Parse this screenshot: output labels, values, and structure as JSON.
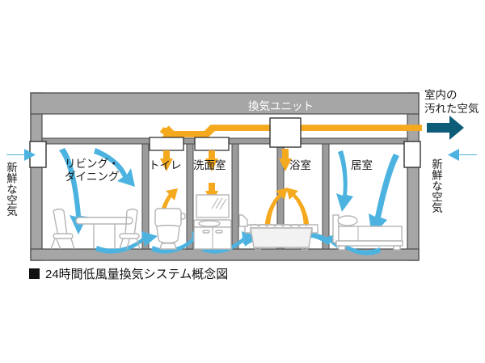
{
  "diagram": {
    "title_caption": "24時間低風量換気システム概念図",
    "caption_marker": "■",
    "ventilation_unit_label": "換気ユニット",
    "rooms": [
      {
        "id": "living-dining",
        "label_line1": "リビング・",
        "label_line2": "ダイニング"
      },
      {
        "id": "toilet",
        "label_line1": "トイレ",
        "label_line2": ""
      },
      {
        "id": "washroom",
        "label_line1": "洗面室",
        "label_line2": ""
      },
      {
        "id": "bathroom",
        "label_line1": "浴室",
        "label_line2": ""
      },
      {
        "id": "bedroom",
        "label_line1": "居室",
        "label_line2": ""
      }
    ],
    "left_intake_label": "新鮮な空気",
    "right_intake_label": "新鮮な空気",
    "exhaust_label_line1": "室内の",
    "exhaust_label_line2": "汚れた空気",
    "colors": {
      "fresh_air_arrow": "#4cb3e0",
      "exhaust_arrow": "#0d5c78",
      "duct": "#f5a91e",
      "wall": "#9b9b9b",
      "wall_dark": "#7d7d7d",
      "attic_fill": "#a6a6a6",
      "furniture_outline": "#b5b5b5",
      "background": "#ffffff",
      "text": "#1a1a1a"
    }
  }
}
